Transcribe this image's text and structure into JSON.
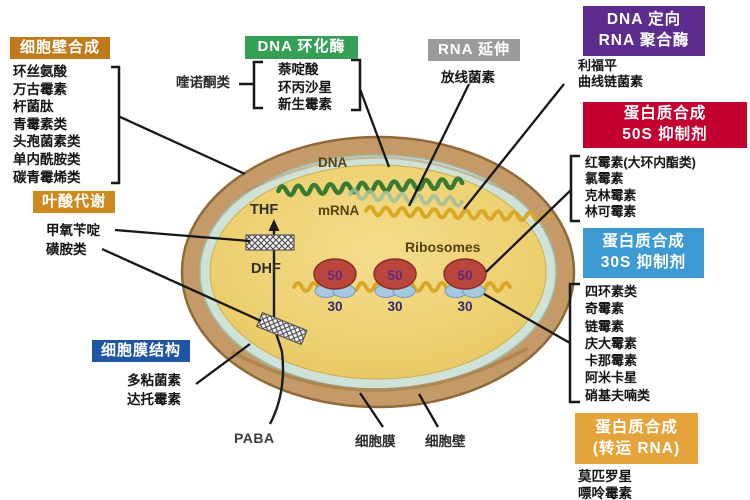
{
  "palette": {
    "orange_header": "#bf7a1c",
    "light_orange_header": "#e5a33c",
    "green_header": "#35a055",
    "gray_header": "#9b9b9b",
    "purple_header": "#5c2d8f",
    "red_header": "#c40030",
    "blue_header": "#3e9ad2",
    "dark_blue_header": "#1e55a5",
    "cell_wall_brown": "#c49a68",
    "cell_membrane_teal": "#cfe2d8",
    "cytoplasm_yellow": "#eccf6e",
    "dna_green": "#3a7a33",
    "mrna_gold": "#d8a826",
    "ribosome_red": "#b9453b",
    "ribosome_blue": "#a7c7e3"
  },
  "boxes": {
    "cell_wall": {
      "title": "细胞壁合成",
      "items": [
        "环丝氨酸",
        "万古霉素",
        "杆菌肽",
        "青霉素类",
        "头孢菌素类",
        "单内酰胺类",
        "碳青霉烯类"
      ]
    },
    "folate": {
      "title": "叶酸代谢",
      "items": [
        "甲氧苄啶",
        "磺胺类"
      ]
    },
    "membrane": {
      "title": "细胞膜结构",
      "items": [
        "多粘菌素",
        "达托霉素"
      ]
    },
    "gyrase": {
      "title": "DNA 环化酶",
      "class_label": "喹诺酮类",
      "items": [
        "萘啶酸",
        "环丙沙星",
        "新生霉素"
      ]
    },
    "rna_elongation": {
      "title": "RNA 延伸",
      "items": [
        "放线菌素"
      ]
    },
    "rna_polymerase": {
      "title_line1": "DNA 定向",
      "title_line2": "RNA 聚合酶",
      "items": [
        "利福平",
        "曲线链菌素"
      ]
    },
    "protein_50s": {
      "title_line1": "蛋白质合成",
      "title_line2": "50S 抑制剂",
      "items": [
        "红霉素(大环内酯类)",
        "氯霉素",
        "克林霉素",
        "林可霉素"
      ]
    },
    "protein_30s": {
      "title_line1": "蛋白质合成",
      "title_line2": "30S 抑制剂",
      "items": [
        "四环素类",
        "奇霉素",
        "链霉素",
        "庆大霉素",
        "卡那霉素",
        "阿米卡星",
        "硝基夫喃类"
      ]
    },
    "protein_trna": {
      "title_line1": "蛋白质合成",
      "title_line2": "(转运 RNA)",
      "items": [
        "莫匹罗星",
        "嘌呤霉素"
      ]
    }
  },
  "cell_labels": {
    "dna": "DNA",
    "mrna": "mRNA",
    "thf": "THF",
    "dhf": "DHF",
    "ribosomes": "Ribosomes",
    "paba": "PABA",
    "membrane": "细胞膜",
    "wall": "细胞壁",
    "r50": "50",
    "r30": "30"
  }
}
